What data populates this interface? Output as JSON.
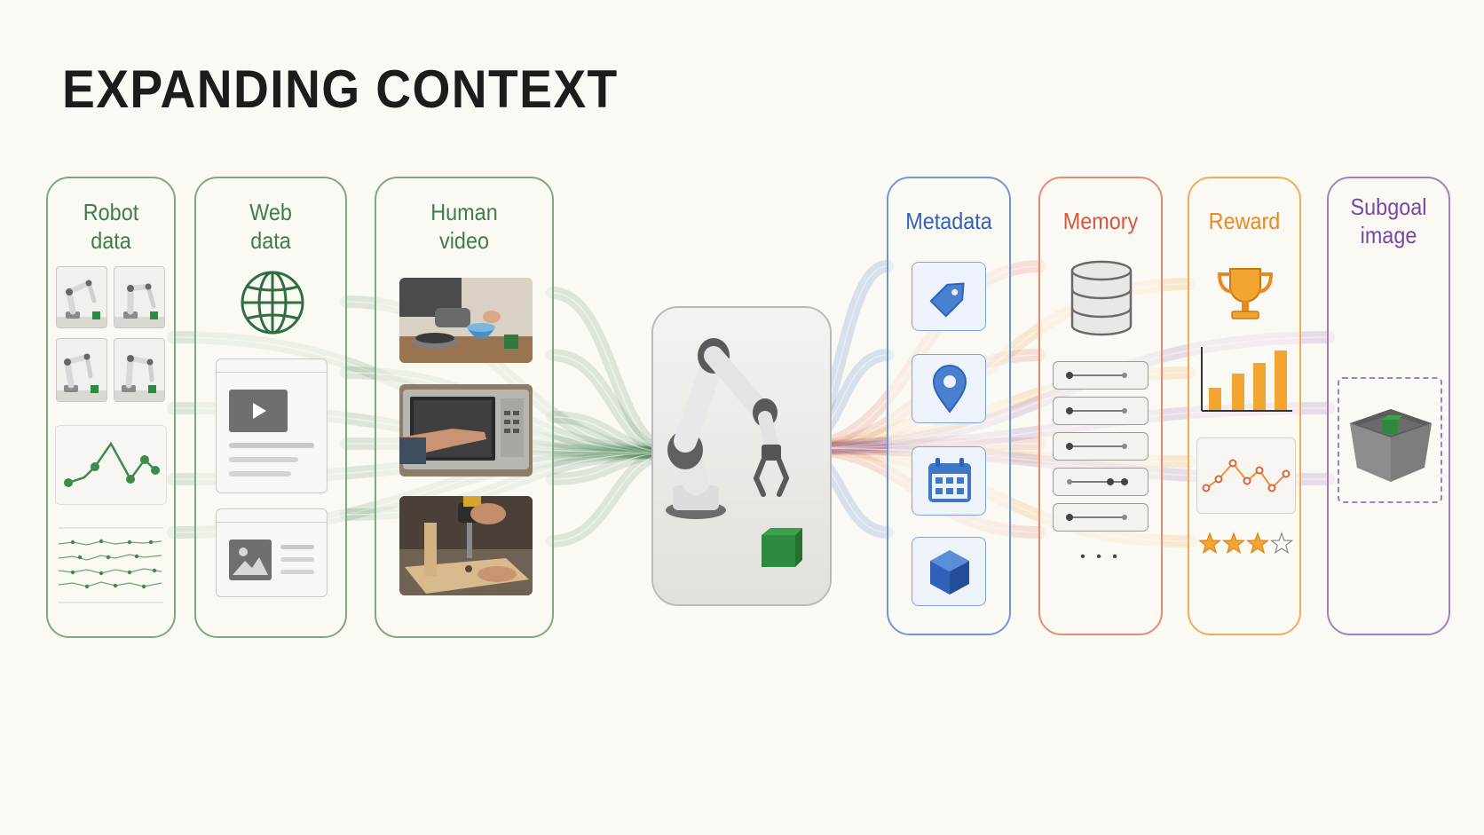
{
  "title": "EXPANDING CONTEXT",
  "panels": {
    "robot_data": {
      "label_line1": "Robot",
      "label_line2": "data",
      "color": "#3e7d4a"
    },
    "web_data": {
      "label_line1": "Web",
      "label_line2": "data",
      "color": "#3e7d4a"
    },
    "human_video": {
      "label_line1": "Human",
      "label_line2": "video",
      "color": "#3e7d4a"
    },
    "metadata": {
      "label": "Metadata",
      "color": "#3b6fc4"
    },
    "memory": {
      "label": "Memory",
      "color": "#e0664a"
    },
    "reward": {
      "label": "Reward",
      "color": "#ef9a2a"
    },
    "subgoal_image": {
      "label_line1": "Subgoal",
      "label_line2": "image",
      "color": "#8c5bb0"
    }
  },
  "memory_ellipsis": "• • •",
  "reward_stars": {
    "filled": 3,
    "total": 4
  },
  "icons": {
    "metadata": [
      "tag-icon",
      "location-pin-icon",
      "calendar-icon",
      "cube-icon"
    ],
    "memory": "database-icon",
    "reward": [
      "trophy-icon",
      "bar-chart-icon",
      "line-chart-icon",
      "star-icon"
    ],
    "web": [
      "globe-icon",
      "video-play-icon",
      "image-icon"
    ]
  }
}
